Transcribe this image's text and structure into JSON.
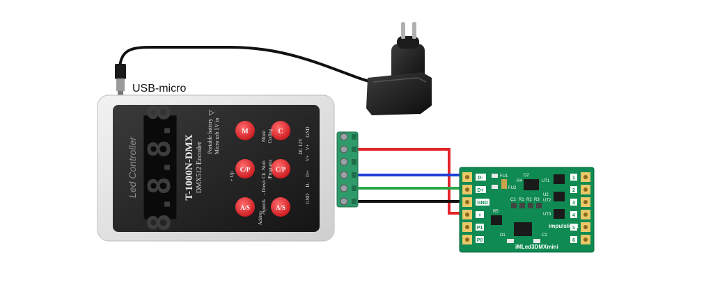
{
  "usb_label": "USB-micro",
  "controller": {
    "brand": "Led Controller",
    "model": "T-1000N-DMX",
    "subtitle": "DMX512 Encoder",
    "battery_note_1": "Portable battery",
    "battery_note_2": "Micro usb 5V in",
    "display_digits": "8.8.8.8",
    "buttons": {
      "m": "M",
      "c": "C",
      "cp1": "C/P",
      "cp2": "C/P",
      "as1": "A/S",
      "as2": "A/S"
    },
    "button_labels": {
      "mode": "Mode",
      "coding": "Coding",
      "up": "+ Up",
      "ch_num": "Ch. Num",
      "programs": "/Programs",
      "down": "- Down",
      "address": "Addres",
      "speeds": "/Speeds"
    },
    "terminal_labels": {
      "dc": "DC 12V",
      "vplus1": "V+",
      "vplus2": "V+",
      "gnd": "GND",
      "dplus": "D+",
      "dminus": "D-",
      "gnd2": "GND"
    }
  },
  "dmx_board": {
    "name": "iMLed3DMXmini",
    "brand": "impulslight",
    "pin_labels_left": [
      "D-",
      "D+",
      "GND",
      "+",
      "P1",
      "P0"
    ],
    "pin_labels_right": [
      "1",
      "2",
      "3",
      "4",
      "5",
      "6"
    ],
    "component_labels": [
      "FU1",
      "FU2",
      "R4",
      "D2",
      "UT1",
      "U2",
      "UT2",
      "UT3",
      "C2",
      "R1",
      "R2",
      "R3",
      "R5",
      "D1",
      "C1"
    ]
  },
  "wires": {
    "red": "#e3242b",
    "blue": "#1f3fd6",
    "green": "#2aa84a",
    "black": "#111111"
  }
}
